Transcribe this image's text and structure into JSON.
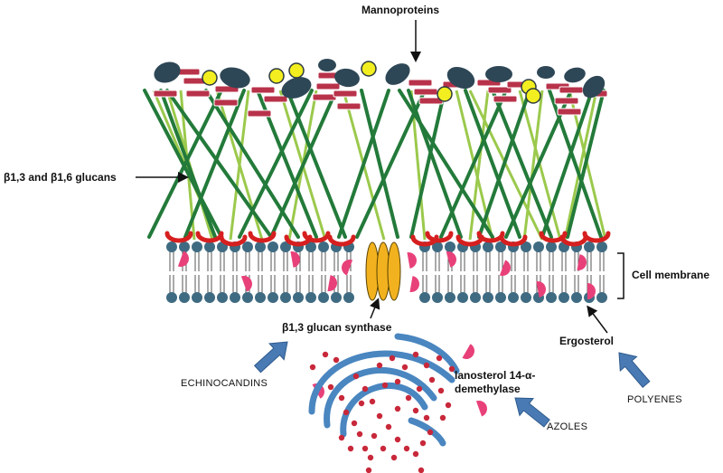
{
  "labels": {
    "mannoproteins": "Mannoproteins",
    "glucans": "β1,3 and β1,6 glucans",
    "cell_membrane": "Cell membrane",
    "glucan_synthase": "β1,3 glucan synthase",
    "ergosterol": "Ergosterol",
    "lanosterol_1": "lanosterol 14-α-",
    "lanosterol_2": "demethylase",
    "echinocandins": "ECHINOCANDINS",
    "polyenes": "POLYENES",
    "azoles": "AZOLES"
  },
  "colors": {
    "mannan_oval": "#2e4756",
    "mannan_rect": "#b8324a",
    "mannan_circle": "#f2ee1f",
    "glucan_dark": "#237a3a",
    "glucan_light": "#9bc94c",
    "membrane_head": "#3f6b82",
    "ergosterol": "#e8417a",
    "red_arc": "#d61f1f",
    "synthase": "#f2b21f",
    "drug_arrow": "#4a7ab4",
    "er": "#4a86c0",
    "er_dot": "#c8283a"
  }
}
